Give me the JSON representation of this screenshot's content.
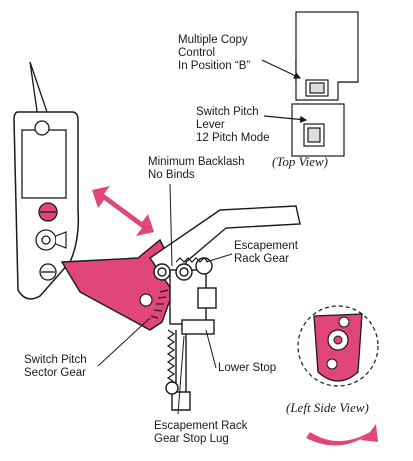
{
  "colors": {
    "accent": "#e0467a",
    "ink": "#1a1a1a",
    "paper": "#ffffff"
  },
  "labels": {
    "multiple_copy": [
      "Multiple Copy",
      "Control",
      "In Position “B”"
    ],
    "switch_pitch_lever": [
      "Switch Pitch",
      "Lever",
      "12 Pitch Mode"
    ],
    "top_view": "(Top View)",
    "min_backlash": [
      "Minimum Backlash",
      "No Binds"
    ],
    "escapement_rack_gear": [
      "Escapement",
      "Rack Gear"
    ],
    "switch_pitch_sector_gear": [
      "Switch Pitch",
      "Sector Gear"
    ],
    "lower_stop": "Lower Stop",
    "left_side_view": "(Left Side View)",
    "stop_lug": [
      "Escapement Rack",
      "Gear Stop Lug"
    ]
  }
}
